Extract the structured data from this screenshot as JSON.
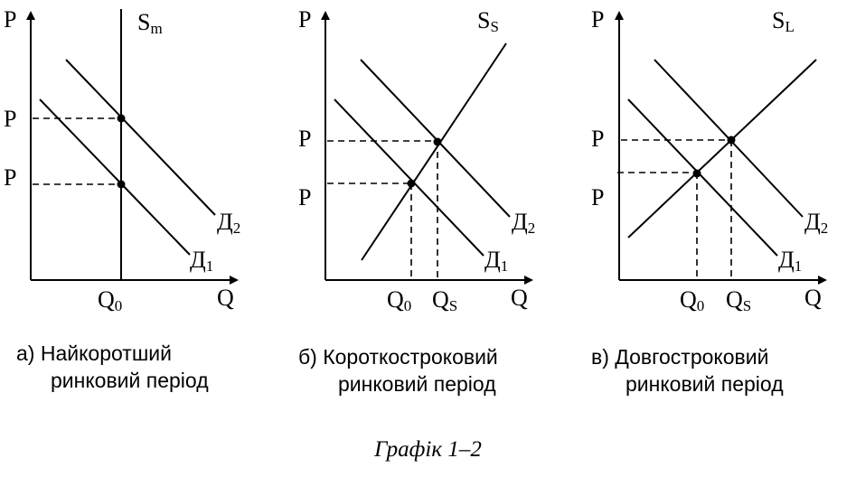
{
  "panels": [
    {
      "p_axis": "P",
      "q_axis": "Q",
      "p_label_upper": "P",
      "p_label_lower": "P",
      "supply_main": "S",
      "supply_sub": "m",
      "demand2_main": "Д",
      "demand2_sub": "2",
      "demand1_main": "Д",
      "demand1_sub": "1",
      "q0_main": "Q",
      "q0_sub": "0",
      "caption_line1": "а) Найкоротший",
      "caption_line2": "ринковий період"
    },
    {
      "p_axis": "P",
      "q_axis": "Q",
      "p_label_upper": "P",
      "p_label_lower": "P",
      "supply_main": "S",
      "supply_sub": "S",
      "demand2_main": "Д",
      "demand2_sub": "2",
      "demand1_main": "Д",
      "demand1_sub": "1",
      "q0_main": "Q",
      "q0_sub": "0",
      "qs_main": "Q",
      "qs_sub": "S",
      "caption_line1": "б) Короткостроковий",
      "caption_line2": "ринковий період"
    },
    {
      "p_axis": "P",
      "q_axis": "Q",
      "p_label_upper": "P",
      "p_label_lower": "P",
      "supply_main": "S",
      "supply_sub": "L",
      "demand2_main": "Д",
      "demand2_sub": "2",
      "demand1_main": "Д",
      "demand1_sub": "1",
      "q0_main": "Q",
      "q0_sub": "0",
      "qs_main": "Q",
      "qs_sub": "S",
      "caption_line1": "в) Довгостроковий",
      "caption_line2": "ринковий період"
    }
  ],
  "figure_title": "Графік 1–2"
}
